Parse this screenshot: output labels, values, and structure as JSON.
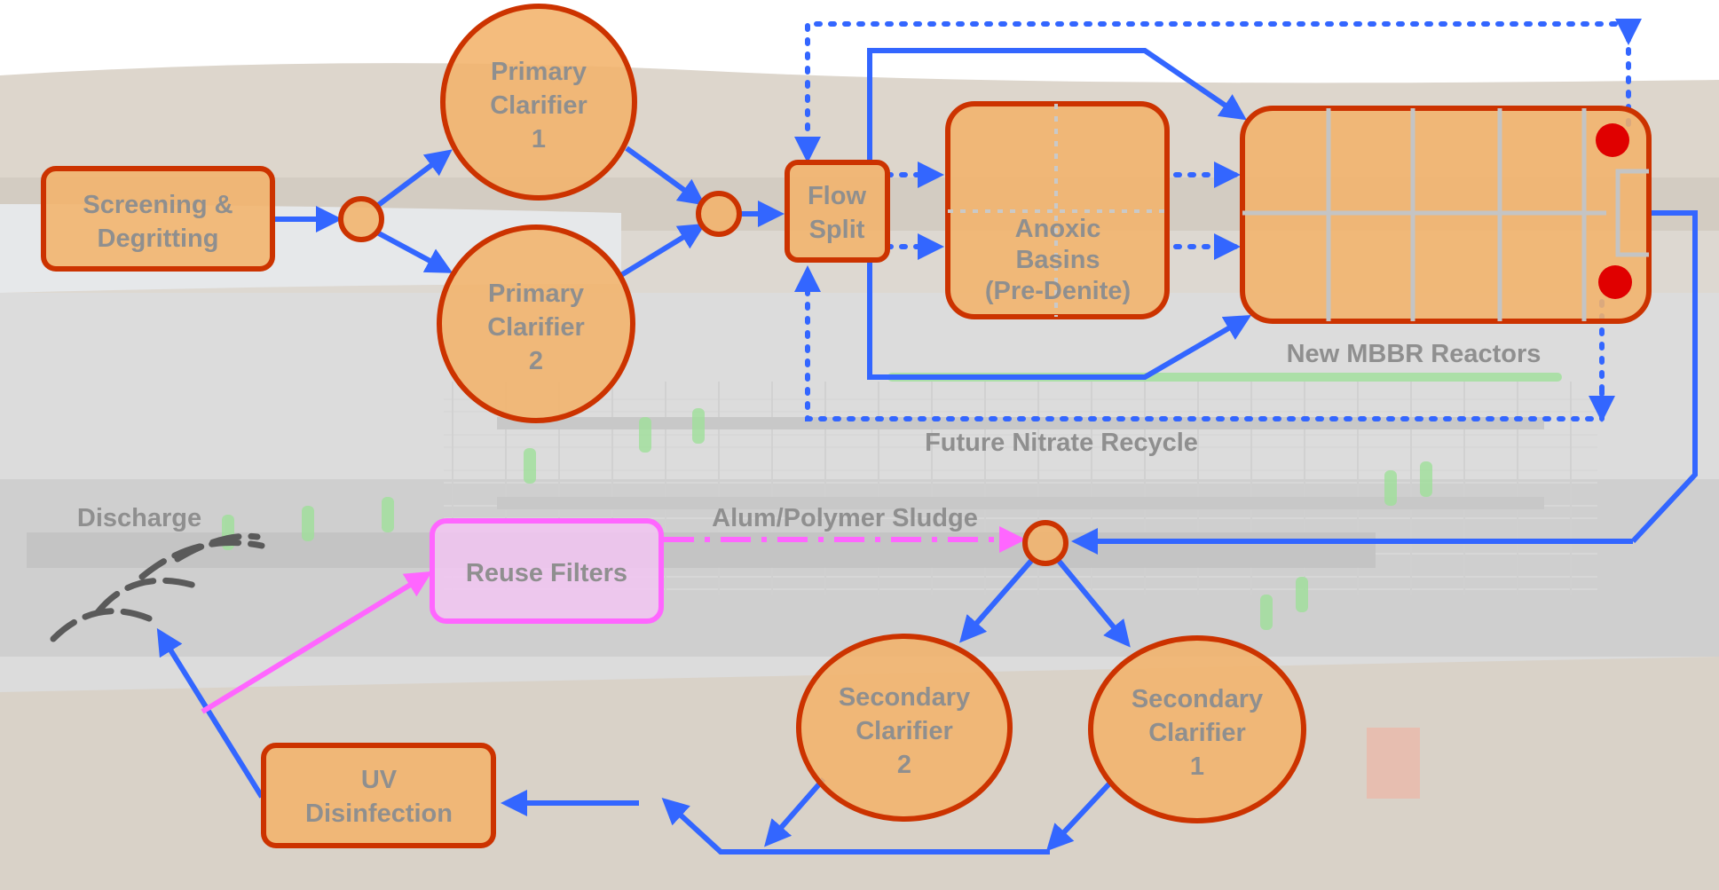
{
  "nodes": {
    "screening": {
      "line1": "Screening &",
      "line2": "Degritting"
    },
    "primary1": {
      "line1": "Primary",
      "line2": "Clarifier",
      "line3": "1"
    },
    "primary2": {
      "line1": "Primary",
      "line2": "Clarifier",
      "line3": "2"
    },
    "flow_split": {
      "line1": "Flow",
      "line2": "Split"
    },
    "anoxic": {
      "line1": "Anoxic",
      "line2": "Basins",
      "line3": "(Pre-Denite)"
    },
    "mbbr": {
      "label": "New MBBR Reactors"
    },
    "secondary2": {
      "line1": "Secondary",
      "line2": "Clarifier",
      "line3": "2"
    },
    "secondary1": {
      "line1": "Secondary",
      "line2": "Clarifier",
      "line3": "1"
    },
    "uv": {
      "line1": "UV",
      "line2": "Disinfection"
    },
    "reuse": {
      "label": "Reuse Filters"
    }
  },
  "labels": {
    "recycle": "Future Nitrate Recycle",
    "sludge": "Alum/Polymer Sludge",
    "discharge": "Discharge"
  },
  "colors": {
    "node_fill": "#f2b36b",
    "node_border": "#cc3300",
    "flow_arrow": "#3366ff",
    "reuse_fill": "#f2c6f2",
    "reuse_border": "#ff66ff",
    "sensor": "#e00000",
    "text": "#8f8f8f"
  }
}
